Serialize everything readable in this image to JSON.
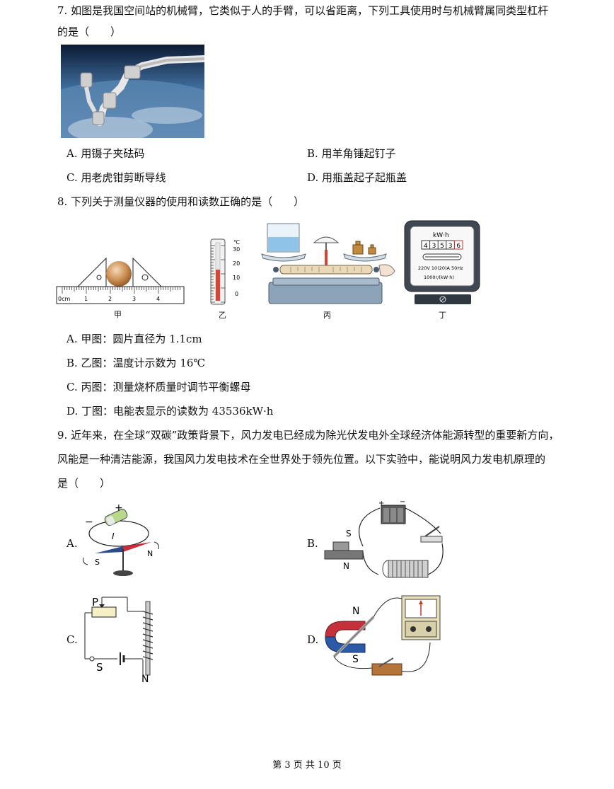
{
  "q7": {
    "line1": "7. 如图是我国空间站的机械臂，它类似于人的手臂，可以省距离，下列工具使用时与机械臂属同类型杠杆",
    "line2": "的是（　　）",
    "options": {
      "A": "A. 用镊子夹砝码",
      "B": "B. 用羊角锤起钉子",
      "C": "C. 用老虎钳剪断导线",
      "D": "D. 用瓶盖起子起瓶盖"
    }
  },
  "q8": {
    "stem": "8. 下列关于测量仪器的使用和读数正确的是（　　）",
    "figure_labels": {
      "jia": "甲",
      "yi": "乙",
      "bing": "丙",
      "ding": "丁"
    },
    "ruler": {
      "unit": "0cm",
      "ticks": [
        "1",
        "2",
        "3",
        "4"
      ]
    },
    "thermometer": {
      "unit": "℃",
      "ticks": [
        "30",
        "20",
        "10",
        "0"
      ]
    },
    "meter": {
      "unit": "kW·h",
      "digits": [
        "4",
        "3",
        "5",
        "3",
        "6"
      ],
      "spec": "220V 10(20)A 50Hz",
      "constant": "1000r/(kW·h)"
    },
    "options": {
      "A": "A. 甲图：圆片直径为 1.1cm",
      "B": "B. 乙图：温度计示数为 16℃",
      "C": "C. 丙图：测量烧杯质量时调节平衡螺母",
      "D": "D. 丁图：电能表显示的读数为 43536kW·h"
    }
  },
  "q9": {
    "line1": "9. 近年来，在全球“双碳”政策背景下，风力发电已经成为除光伏发电外全球经济体能源转型的重要新方向，",
    "line2": "风能是一种清洁能源，我国风力发电技术在全世界处于领先位置。以下实验中，能说明风力发电机原理的",
    "line3": "是（　　）",
    "options": {
      "A": "A.",
      "B": "B.",
      "C": "C.",
      "D": "D."
    },
    "figA": {
      "plus": "+",
      "minus": "−",
      "current": "I",
      "south": "S",
      "north": "N"
    },
    "figB": {
      "south": "S",
      "north": "N",
      "plus": "+",
      "minus": "−"
    },
    "figC": {
      "p": "P",
      "s": "S",
      "n": "N"
    },
    "figD": {
      "north": "N",
      "south": "S"
    }
  },
  "footer": "第 3 页 共 10 页"
}
